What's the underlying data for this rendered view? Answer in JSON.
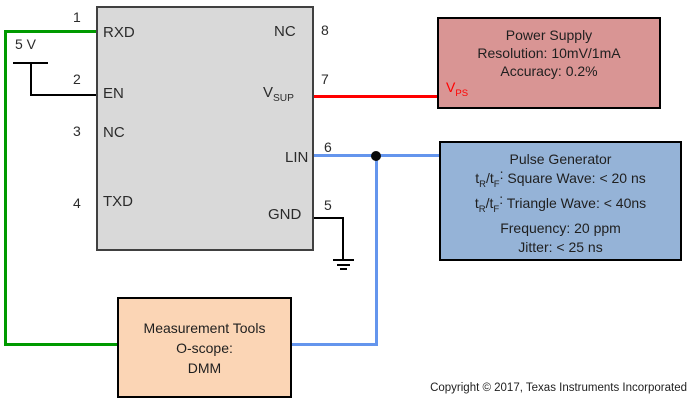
{
  "copyright": "Copyright © 2017, Texas Instruments Incorporated",
  "supply": {
    "label": "5 V"
  },
  "chip": {
    "pins_left": [
      {
        "num": "1",
        "label": "RXD"
      },
      {
        "num": "2",
        "label": "EN"
      },
      {
        "num": "3",
        "label": "NC"
      },
      {
        "num": "4",
        "label": "TXD"
      }
    ],
    "pins_right": [
      {
        "num": "8",
        "label": "NC"
      },
      {
        "num": "7",
        "label": "V",
        "sub": "SUP"
      },
      {
        "num": "6",
        "label": "LIN"
      },
      {
        "num": "5",
        "label": "GND"
      }
    ]
  },
  "power_supply": {
    "title": "Power Supply",
    "line2": "Resolution: 10mV/1mA",
    "line3": "Accuracy: 0.2%",
    "terminal": {
      "base": "V",
      "sub": "PS"
    },
    "fill": "#d99594"
  },
  "pulse_generator": {
    "title": "Pulse Generator",
    "rise_fall": {
      "b1": "t",
      "s1": "R",
      "b2": "/t",
      "s2": "F",
      "colon": ":"
    },
    "line2_rest": " Square Wave: < 20 ns",
    "line3_rest": " Triangle Wave: < 40ns",
    "line4": "Frequency: 20 ppm",
    "line5": "Jitter: < 25 ns",
    "fill": "#95b3d7"
  },
  "measurement_tools": {
    "title": "Measurement Tools",
    "line2": "O-scope:",
    "line3": "DMM",
    "fill": "#fbd5b5"
  },
  "colors": {
    "wire_green": "#009a00",
    "wire_red": "#ff0000",
    "wire_blue": "#6495ed",
    "wire_black": "#000000",
    "chip_fill": "#d9d9d9"
  }
}
